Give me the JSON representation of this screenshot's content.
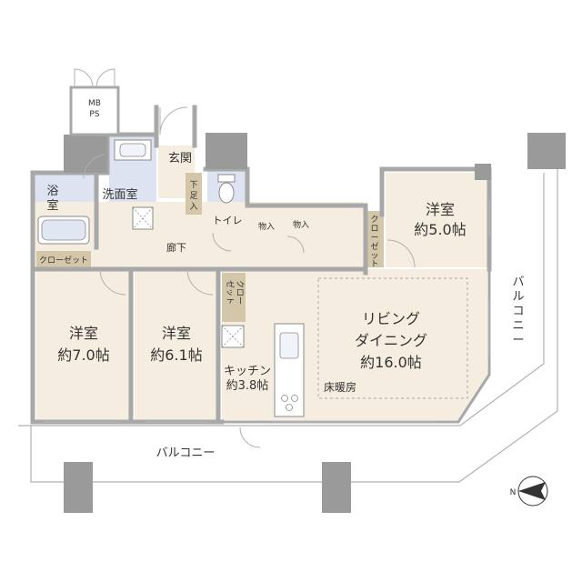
{
  "rooms": {
    "mbps": {
      "line1": "MB",
      "line2": "PS"
    },
    "entrance": "玄関",
    "bath": {
      "line1": "浴",
      "line2": "室"
    },
    "washroom": "洗面室",
    "shoe_storage": {
      "line1": "下",
      "line2": "足",
      "line3": "入"
    },
    "toilet": "トイレ",
    "storage_1": "物入",
    "storage_2": "物入",
    "closet_right": {
      "line1": "ク",
      "line2": "ロ",
      "line3": "ー",
      "line4": "ゼ",
      "line5": "ッ",
      "line6": "ト"
    },
    "bedroom_small": {
      "name": "洋室",
      "size": "約5.0帖"
    },
    "closet_hall": "クローゼット",
    "corridor": "廊下",
    "closet_mid": {
      "col1": "ゼット",
      "col2": "クロー"
    },
    "bedroom_left": {
      "name": "洋室",
      "size": "約7.0帖"
    },
    "bedroom_mid": {
      "name": "洋室",
      "size": "約6.1帖"
    },
    "living": {
      "line1": "リビング",
      "line2": "ダイニング",
      "line3": "約16.0帖"
    },
    "kitchen": {
      "line1": "キッチン",
      "line2": "約3.8帖"
    },
    "floor_heating": "床暖房",
    "balcony_bottom": "バルコニー",
    "balcony_right": {
      "c1": "バ",
      "c2": "ル",
      "c3": "コ",
      "c4": "ニ",
      "c5": "ー"
    }
  },
  "compass": {
    "north_label": "N"
  },
  "colors": {
    "floor": "#f5eee0",
    "wet": "#dde3f0",
    "wall": "#a8a8a8",
    "pillar": "#9a9a9a",
    "closet": "#d4c7a9",
    "text": "#333333"
  }
}
